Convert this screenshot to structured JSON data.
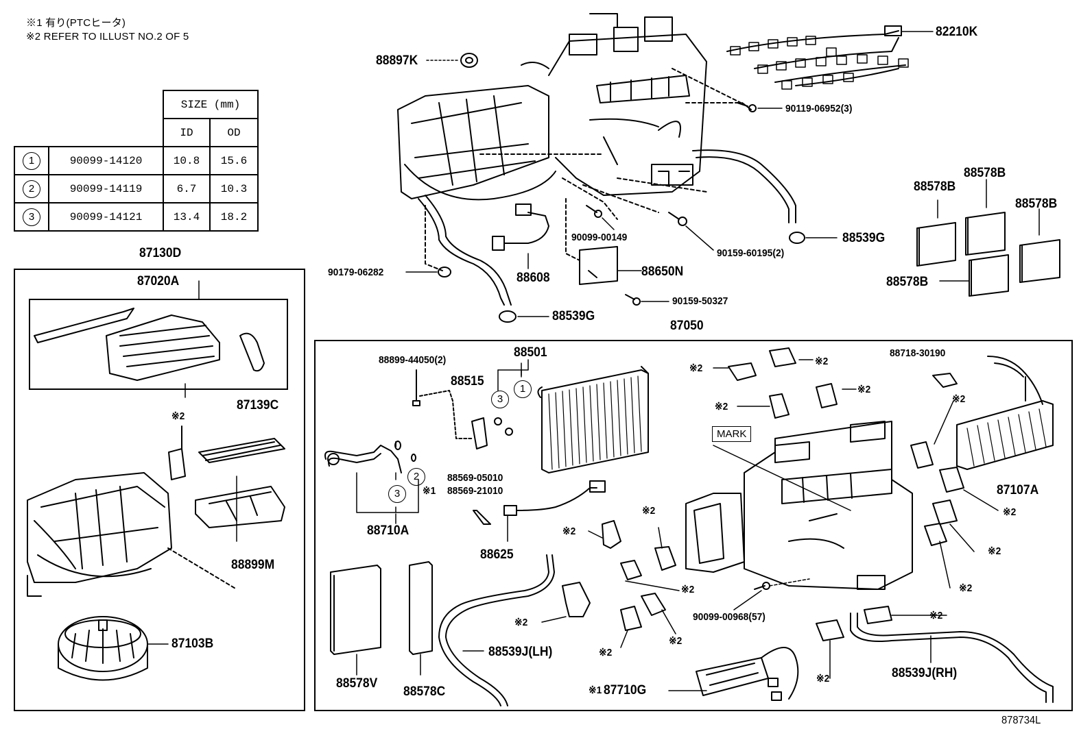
{
  "notes": {
    "n1": "※1 有り(PTCヒータ)",
    "n2": "※2 REFER TO ILLUST NO.2 OF 5"
  },
  "size_table": {
    "size_header": "SIZE (mm)",
    "id_header": "ID",
    "od_header": "OD",
    "rows": [
      {
        "key": "1",
        "part": "90099-14120",
        "id": "10.8",
        "od": "15.6"
      },
      {
        "key": "2",
        "part": "90099-14119",
        "id": "6.7",
        "od": "10.3"
      },
      {
        "key": "3",
        "part": "90099-14121",
        "id": "13.4",
        "od": "18.2"
      }
    ]
  },
  "labels": {
    "p88897K": "88897K",
    "p82210K": "82210K",
    "p90119": "90119-06952(3)",
    "p88578B_1": "88578B",
    "p88578B_2": "88578B",
    "p88578B_3": "88578B",
    "p88578B_4": "88578B",
    "p88539G_1": "88539G",
    "p90099_00149": "90099-00149",
    "p90159_60195": "90159-60195(2)",
    "p90179": "90179-06282",
    "p88608": "88608",
    "p88650N": "88650N",
    "p90159_50327": "90159-50327",
    "p88539G_2": "88539G",
    "p87130D": "87130D",
    "p87020A": "87020A",
    "p87139C": "87139C",
    "p88899M": "88899M",
    "p87103B": "87103B",
    "p87050": "87050",
    "p88899_44050": "88899-44050(2)",
    "p88501": "88501",
    "p88515": "88515",
    "p88710A": "88710A",
    "p88569_05010": "88569-05010",
    "p88569_21010": "88569-21010",
    "p88625": "88625",
    "p88578V": "88578V",
    "p88578C": "88578C",
    "p88539J_LH": "88539J(LH)",
    "p87710G": "87710G",
    "p90099_00968": "90099-00968(57)",
    "p88539J_RH": "88539J(RH)",
    "p88718": "88718-30190",
    "p87107A": "87107A",
    "mark": "MARK",
    "ref2": "※2",
    "ref1": "※1",
    "c1": "1",
    "c2": "2",
    "c3": "3",
    "diagram_id": "878734L"
  }
}
